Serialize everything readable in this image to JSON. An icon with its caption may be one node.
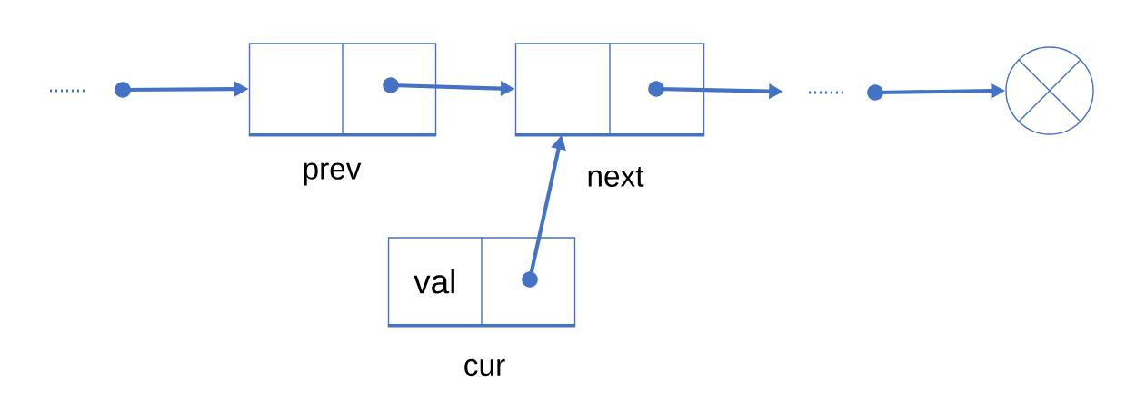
{
  "diagram": {
    "nodes": [
      {
        "text": [],
        "shape": "box",
        "beside": [
          "prev"
        ]
      },
      {
        "text": [],
        "shape": "box",
        "beside": [
          "next"
        ]
      },
      {
        "text": [
          "val"
        ],
        "beside": [
          "cur"
        ]
      },
      {
        "text": [],
        "shape": "circle"
      }
    ],
    "edges": [
      {
        "from": null,
        "to": 0,
        "arrow": "to"
      },
      {
        "from": 0,
        "to": 1,
        "arrow": "to"
      },
      {
        "from": 1,
        "to": null,
        "arrow": "to"
      },
      {
        "from": null,
        "to": 3,
        "arrow": "to"
      },
      {
        "from": 2,
        "to": 1,
        "arrow": "to"
      }
    ]
  }
}
